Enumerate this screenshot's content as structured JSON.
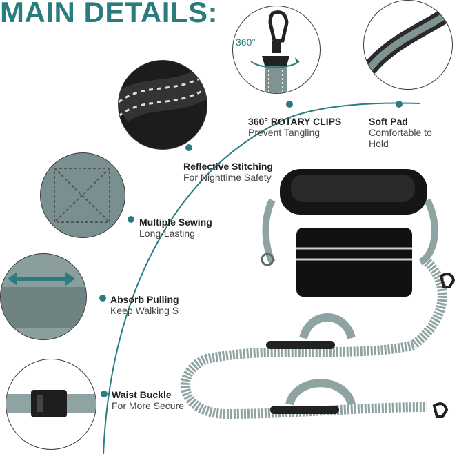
{
  "page": {
    "title": "MAIN DETAILS:"
  },
  "features": [
    {
      "title": "360°  ROTARY CLIPS",
      "subtitle": "Prevent Tangling"
    },
    {
      "title": "Soft Pad",
      "subtitle": "Comfortable to Hold"
    },
    {
      "title": "Reflective Stitching",
      "subtitle": "For Nighttime Safety"
    },
    {
      "title": "Multiple Sewing",
      "subtitle": "Long-Lasting"
    },
    {
      "title": "Absorb Pulling",
      "subtitle": "Keep Walking S"
    },
    {
      "title": "Waist Buckle",
      "subtitle": "For More Secure"
    }
  ],
  "badge": {
    "rotation_label": "360°"
  },
  "colors": {
    "accent": "#2b7c7e",
    "strap": "#8fa3a3",
    "bag": "#111111"
  }
}
